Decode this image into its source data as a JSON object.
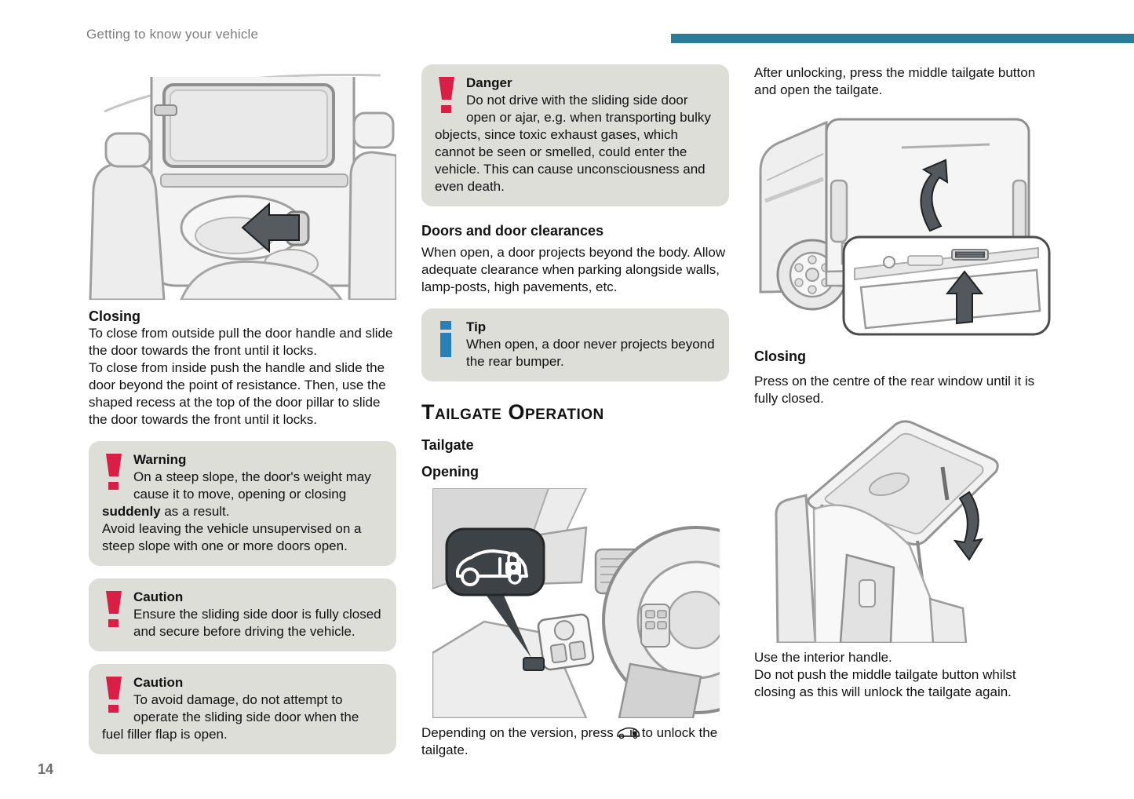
{
  "header": {
    "title": "Getting to know your vehicle"
  },
  "footer": {
    "page_number": "14"
  },
  "col1": {
    "closing": {
      "heading": "Closing",
      "p1": "To close from outside pull the door handle and slide the door towards the front until it locks.",
      "p2": "To close from inside push the handle and slide the door beyond the point of resistance. Then, use the shaped recess at the top of the door pillar to slide the door towards the front until it locks."
    },
    "warning": {
      "title": "Warning",
      "body_1": "On a steep slope, the door's weight may cause it to move, opening or closing ",
      "body_bold": "suddenly",
      "body_2": " as a result.",
      "body_3": "Avoid leaving the vehicle unsupervised on a steep slope with one or more doors open."
    },
    "caution1": {
      "title": "Caution",
      "body": "Ensure the sliding side door is fully closed and secure before driving the vehicle."
    },
    "caution2": {
      "title": "Caution",
      "body": "To avoid damage, do not attempt to operate the sliding side door when the fuel filler flap is open."
    }
  },
  "col2": {
    "danger": {
      "title": "Danger",
      "body": "Do not drive with the sliding side door open or ajar, e.g. when transporting bulky objects, since toxic exhaust gases, which cannot be seen or smelled, could enter the vehicle. This can cause unconsciousness and even death."
    },
    "doors": {
      "heading": "Doors and door clearances",
      "body": "When open, a door projects beyond the body. Allow adequate clearance when parking alongside walls, lamp-posts, high pavements, etc."
    },
    "tip": {
      "title": "Tip",
      "body": "When open, a door never projects beyond the rear bumper."
    },
    "tailgate_operation_heading": "Tailgate Operation",
    "tailgate_heading": "Tailgate",
    "opening_heading": "Opening",
    "unlock_text_1": "Depending on the version, press",
    "unlock_text_2": "to unlock the tailgate."
  },
  "col3": {
    "after_unlock": "After unlocking, press the middle tailgate button and open the tailgate.",
    "closing": {
      "heading": "Closing",
      "body": "Press on the centre of the rear window until it is fully closed."
    },
    "use_handle_1": "Use the interior handle.",
    "use_handle_2": "Do not push the middle tailgate button whilst closing as this will unlock the tailgate again."
  },
  "icons": {
    "warning_icon": "red-exclamation-mark",
    "caution_icon": "red-exclamation-mark",
    "danger_icon": "red-exclamation-mark",
    "tip_icon": "blue-info-i",
    "tailgate_unlock_icon": "car-with-lock"
  },
  "colors": {
    "accent_teal": "#2b7c99",
    "note_box_bg": "#deded9",
    "warning_red": "#d91f45",
    "tip_blue": "#2980b8",
    "header_gray": "#7d7d7d",
    "text": "#121212"
  }
}
